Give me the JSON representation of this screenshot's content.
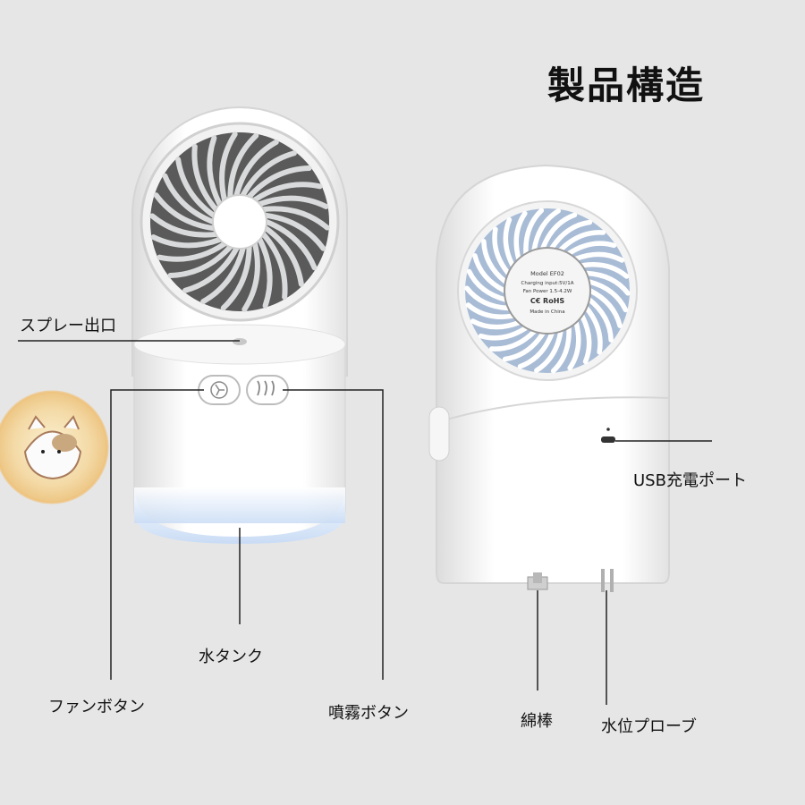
{
  "title": "製品構造",
  "labels": {
    "spray_outlet": "スプレー出口",
    "fan_button": "ファンボタン",
    "water_tank": "水タンク",
    "mist_button": "噴霧ボタン",
    "usb_port": "USB充電ポート",
    "cotton_stick": "綿棒",
    "water_probe": "水位プローブ"
  },
  "fan_label": {
    "model": "Model EF02",
    "input": "Charging input:5V/1A",
    "power": "Fan Power 1.5-4.2W",
    "marks": "C€  RoHS",
    "origin": "Made in China"
  },
  "colors": {
    "background": "#e6e6e6",
    "body": "#ffffff",
    "blade": "#d9dadb",
    "glow": "#cfe0f5",
    "line": "#222222"
  }
}
